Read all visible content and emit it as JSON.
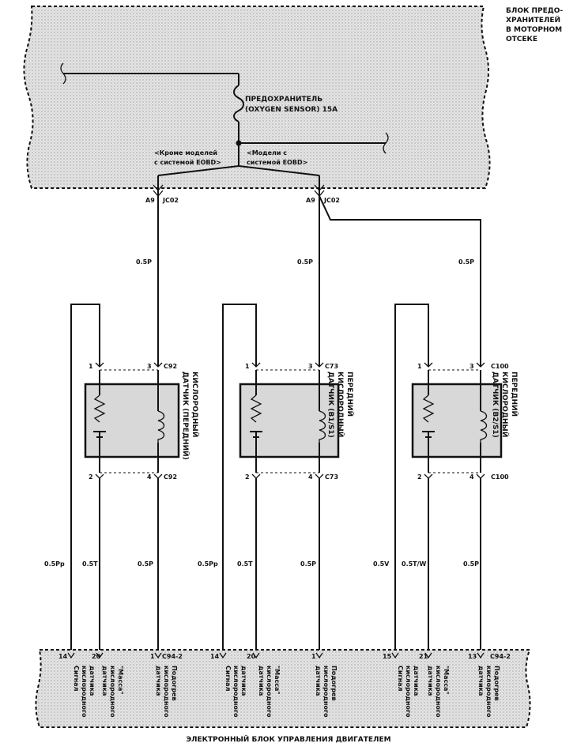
{
  "fuse_box": {
    "title_lines": [
      "БЛОК ПРЕДО-",
      "ХРАНИТЕЛЕЙ",
      "В МОТОРНОМ",
      "ОТСЕКЕ"
    ],
    "fuse_label_lines": [
      "ПРЕДОХРАНИТЕЛЬ",
      "(OXYGEN SENSOR) 15A"
    ],
    "branch_left_lines": [
      "<Кроме моделей",
      "с системой EOBD>"
    ],
    "branch_right_lines": [
      "<Модели с",
      "системой EOBD>"
    ]
  },
  "connectors": {
    "left": {
      "pin": "A9",
      "name": "JC02"
    },
    "right": {
      "pin": "A9",
      "name": "JC02"
    }
  },
  "feed_wire_labels": [
    "0.5P",
    "0.5P",
    "0.5P"
  ],
  "sensors": [
    {
      "name_lines": [
        "КИСЛОРОДНЫЙ",
        "ДАТЧИК (ПЕРЕДНИЙ)"
      ],
      "connector": "C92",
      "pins": {
        "top_left": "1",
        "top_right": "3",
        "bottom_left": "2",
        "bottom_right": "4"
      },
      "wires": [
        "0.5Pp",
        "0.5T",
        "0.5P"
      ],
      "ecu_pins": [
        "14",
        "20",
        "1"
      ],
      "ecu_connector": "C94-2"
    },
    {
      "name_lines": [
        "ПЕРЕДНИЙ",
        "КИСЛОРОДНЫЙ",
        "ДАТЧИК (B1/S1)"
      ],
      "connector": "C73",
      "pins": {
        "top_left": "1",
        "top_right": "3",
        "bottom_left": "2",
        "bottom_right": "4"
      },
      "wires": [
        "0.5Pp",
        "0.5T",
        "0.5P"
      ],
      "ecu_pins": [
        "14",
        "20",
        "1"
      ],
      "ecu_connector": ""
    },
    {
      "name_lines": [
        "ПЕРЕДНИЙ",
        "КИСЛОРОДНЫЙ",
        "ДАТЧИК (B2/S1)"
      ],
      "connector": "C100",
      "pins": {
        "top_left": "1",
        "top_right": "3",
        "bottom_left": "2",
        "bottom_right": "4"
      },
      "wires": [
        "0.5V",
        "0.5T/W",
        "0.5P"
      ],
      "ecu_pins": [
        "15",
        "21",
        "13"
      ],
      "ecu_connector": "C94-2"
    }
  ],
  "ecu_terminals": [
    [
      "Сигнал",
      "кислородного",
      "датчика"
    ],
    [
      "\"Масса\"",
      "кислородного",
      "датчика"
    ],
    [
      "Подогрев",
      "кислородного",
      "датчика"
    ]
  ],
  "ecu_title": "ЭЛЕКТРОННЫЙ БЛОК УПРАВЛЕНИЯ ДВИГАТЕЛЕМ"
}
